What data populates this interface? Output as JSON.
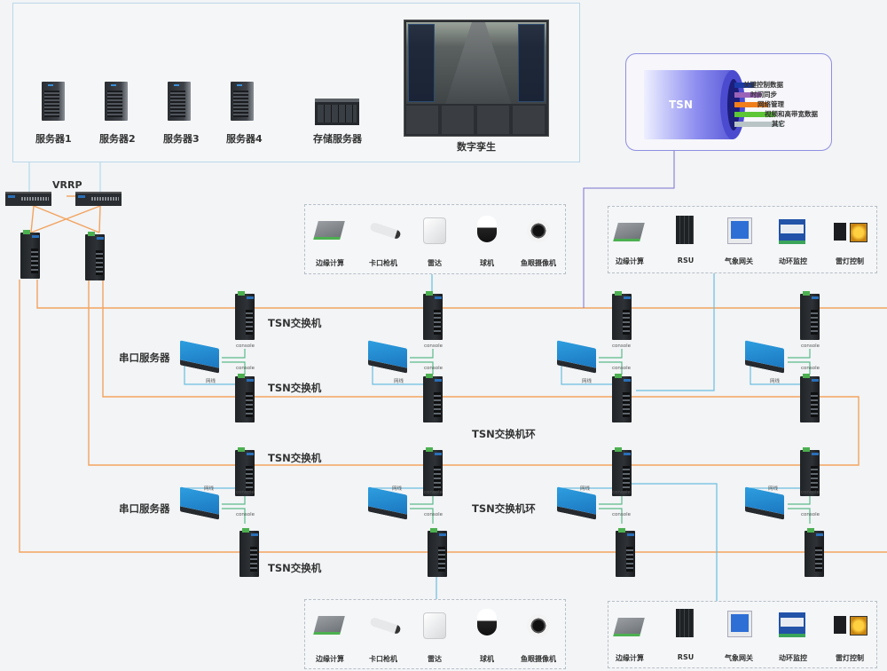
{
  "top_panel": {
    "servers": [
      {
        "label": "服务器1",
        "icon": "tower-server-icon"
      },
      {
        "label": "服务器2",
        "icon": "tower-server-icon"
      },
      {
        "label": "服务器3",
        "icon": "tower-server-icon"
      },
      {
        "label": "服务器4",
        "icon": "tower-server-icon"
      }
    ],
    "storage": {
      "label": "存储服务器",
      "icon": "rack-storage-icon"
    },
    "digital_twin": {
      "label": "数字孪生",
      "icon": "video-wall-icon"
    }
  },
  "vrrp": {
    "label": "VRRP"
  },
  "tsn_legend": {
    "title": "TSN",
    "streams": [
      {
        "label": "关键控制数据",
        "color": "#1a3aa8"
      },
      {
        "label": "时间同步",
        "color": "#9b63b8"
      },
      {
        "label": "网络管理",
        "color": "#f07e1a"
      },
      {
        "label": "视频和高带宽数据",
        "color": "#5cc636"
      },
      {
        "label": "其它",
        "color": "#b9c4c6"
      }
    ]
  },
  "device_groups": {
    "top_left": [
      "边缘计算",
      "卡口枪机",
      "雷达",
      "球机",
      "鱼眼摄像机"
    ],
    "top_right": [
      "边缘计算",
      "RSU",
      "气象网关",
      "动环监控",
      "雷灯控制"
    ],
    "bottom_left": [
      "边缘计算",
      "卡口枪机",
      "雷达",
      "球机",
      "鱼眼摄像机"
    ],
    "bottom_right": [
      "边缘计算",
      "RSU",
      "气象网关",
      "动环监控",
      "雷灯控制"
    ]
  },
  "labels": {
    "tsn_switch": "TSN交换机",
    "serial_server": "串口服务器",
    "tsn_ring": "TSN交换机环",
    "console": "console",
    "network_cable": "网线"
  },
  "colors": {
    "ring_line": "#f3a35f",
    "network_line": "#6bbde0",
    "console_line": "#5cba8a",
    "tsn_border": "#8f8fe0"
  }
}
